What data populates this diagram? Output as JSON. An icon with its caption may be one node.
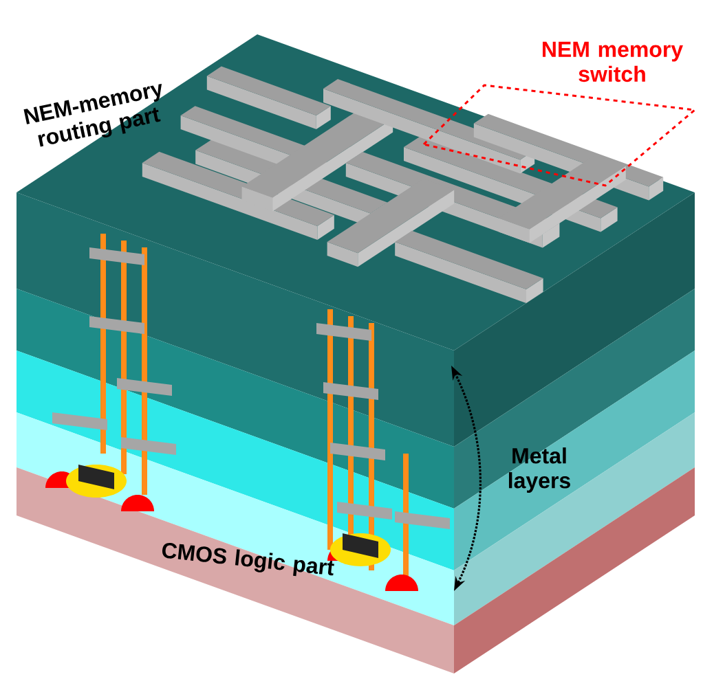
{
  "diagram": {
    "nodes": [
      {
        "text": [
          "NEM memory switch"
        ]
      }
    ],
    "labels": [
      "NEM-memory routing part",
      "Metal layers",
      "CMOS logic part"
    ]
  }
}
